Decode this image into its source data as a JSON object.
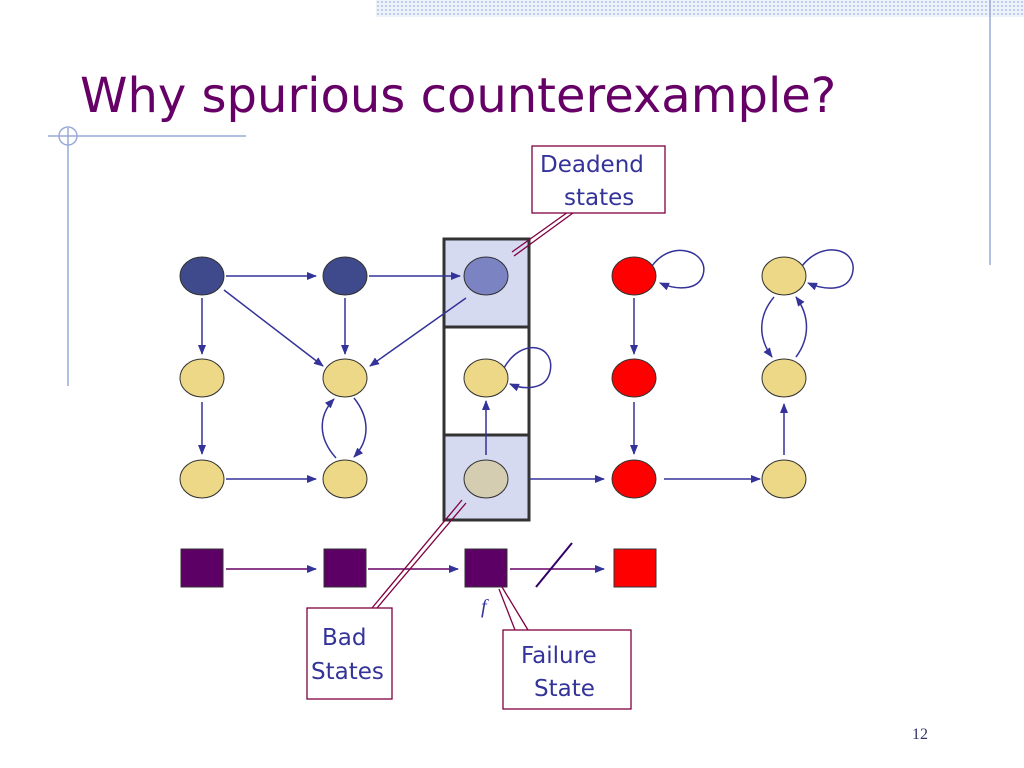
{
  "title": "Why spurious counterexample?",
  "page_number": "12",
  "labels": {
    "deadend_line1": "Deadend",
    "deadend_line2": "states",
    "bad_line1": "Bad",
    "bad_line2": "States",
    "failure_line1": "Failure",
    "failure_line2": "State",
    "f_symbol": "f"
  },
  "colors": {
    "title": "#660066",
    "concrete_initial": "#3f4a8c",
    "deadend_state": "#7c83c2",
    "concrete_state": "#ecd887",
    "bad_state": "#d4cdb1",
    "failure_path": "#ff0000",
    "abstract_state": "#5c0066",
    "abstract_box_fill": "#d6daf1",
    "arrow": "#333399",
    "callout_border": "#800040"
  }
}
